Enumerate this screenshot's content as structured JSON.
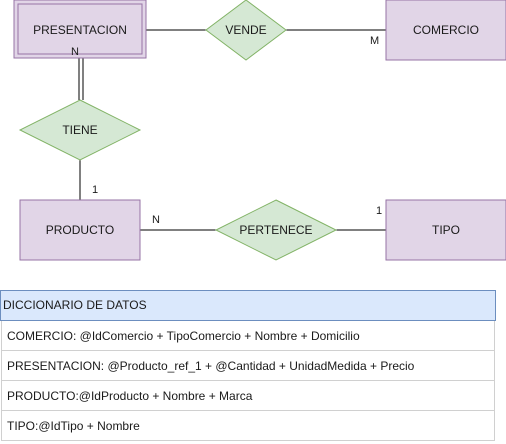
{
  "colors": {
    "entity_fill": "#e1d5e7",
    "entity_stroke": "#9673a6",
    "relation_fill": "#d5e8d4",
    "relation_stroke": "#82b366",
    "line": "#000000",
    "header_fill": "#dae8fc",
    "header_stroke": "#6c8ebf"
  },
  "entities": {
    "presentacion": "PRESENTACION",
    "comercio": "COMERCIO",
    "producto": "PRODUCTO",
    "tipo": "TIPO"
  },
  "relations": {
    "vende": "VENDE",
    "tiene": "TIENE",
    "pertenece": "PERTENECE"
  },
  "cardinalities": {
    "presentacion_tiene": "N",
    "comercio_vende": "M",
    "producto_tiene": "1",
    "producto_pertenece": "N",
    "tipo_pertenece": "1"
  },
  "dictionary": {
    "header": "DICCIONARIO DE DATOS",
    "rows": [
      "COMERCIO: @IdComercio + TipoComercio +  Nombre + Domicilio",
      "PRESENTACION: @Producto_ref_1 + @Cantidad + UnidadMedida + Precio",
      "PRODUCTO:@IdProducto + Nombre + Marca",
      "TIPO:@IdTipo + Nombre"
    ]
  }
}
